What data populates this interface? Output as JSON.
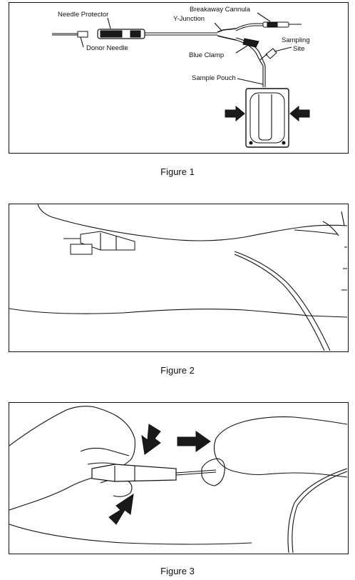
{
  "figure1": {
    "caption": "Figure 1",
    "labels": {
      "needle_protector": "Needle Protector",
      "donor_needle": "Donor Needle",
      "breakaway_cannula": "Breakaway Cannula",
      "y_junction": "Y-Junction",
      "blue_clamp": "Blue Clamp",
      "sampling_site_line1": "Sampling",
      "sampling_site_line2": "Site",
      "sample_pouch": "Sample Pouch"
    }
  },
  "figure2": {
    "caption": "Figure 2"
  },
  "figure3": {
    "caption": "Figure 3"
  }
}
